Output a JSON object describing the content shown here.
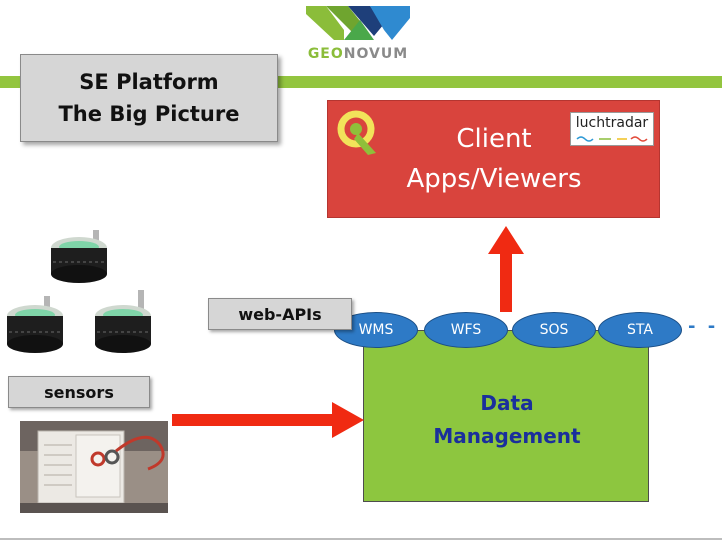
{
  "logo": {
    "text_geo": "GEO",
    "text_novum": "NOVUM"
  },
  "title": {
    "line1": "SE Platform",
    "line2": "The Big Picture"
  },
  "client": {
    "line1": "Client",
    "line2": "Apps/Viewers",
    "badge": "luchtradar"
  },
  "data_management": {
    "line1": "Data",
    "line2": "Management"
  },
  "web_apis": {
    "label": "web-APIs",
    "items": [
      "WMS",
      "WFS",
      "SOS",
      "STA"
    ],
    "more": "- -"
  },
  "sensors": {
    "label": "sensors"
  },
  "colors": {
    "accent_green": "#93c53f",
    "client_red": "#d9443d",
    "api_blue": "#2e7ac6",
    "dm_green": "#8dc63f",
    "dm_text": "#1a2f9c",
    "arrow_red": "#f02a12"
  }
}
